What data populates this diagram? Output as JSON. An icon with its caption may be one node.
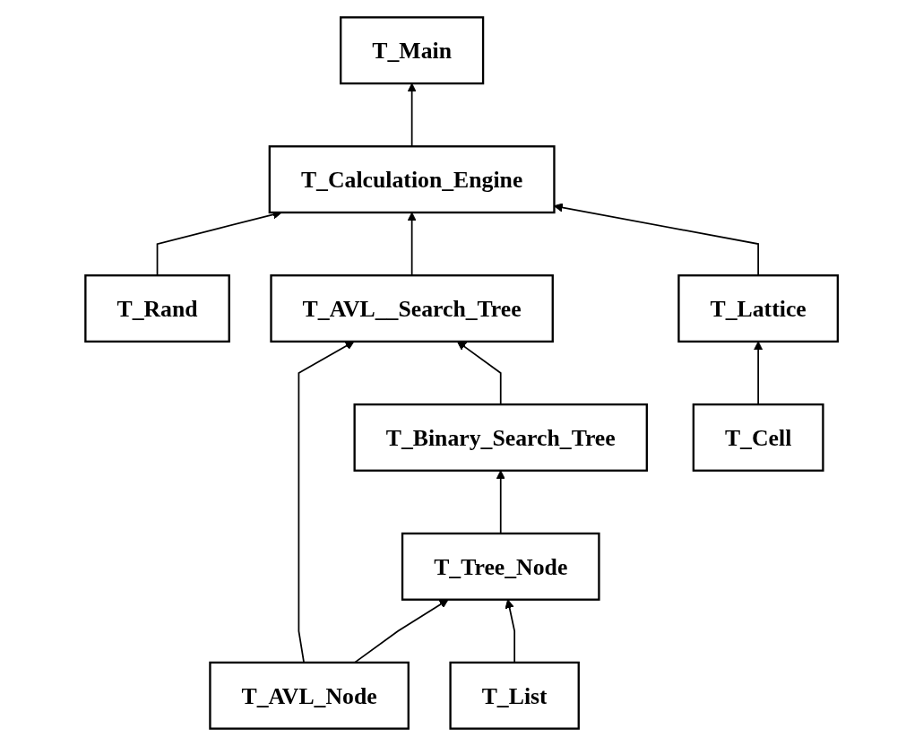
{
  "diagram": {
    "nodes": [
      {
        "text": [
          "T_Main"
        ]
      },
      {
        "text": [
          "T_Rand"
        ]
      },
      {
        "text": [
          "T_Calculation_Engine"
        ]
      },
      {
        "text": [
          "T_AVL__Search_Tree"
        ]
      },
      {
        "text": [
          "T_Lattice"
        ]
      },
      {
        "text": [
          "T_Cell"
        ]
      },
      {
        "text": [
          "T_AVL_Node"
        ]
      },
      {
        "text": [
          "T_Binary_Search_Tree"
        ]
      },
      {
        "text": [
          "T_Tree_Node"
        ]
      },
      {
        "text": [
          "T_List"
        ]
      }
    ],
    "edges": [
      {
        "from": 2,
        "to": 0,
        "arrow": "to"
      },
      {
        "from": 1,
        "to": 2,
        "arrow": "to"
      },
      {
        "from": 3,
        "to": 2,
        "arrow": "to"
      },
      {
        "from": 4,
        "to": 2,
        "arrow": "to"
      },
      {
        "from": 5,
        "to": 4,
        "arrow": "to"
      },
      {
        "from": 6,
        "to": 3,
        "arrow": "to"
      },
      {
        "from": 6,
        "to": 8,
        "arrow": "to"
      },
      {
        "from": 7,
        "to": 3,
        "arrow": "to"
      },
      {
        "from": 8,
        "to": 7,
        "arrow": "to"
      },
      {
        "from": 9,
        "to": 8,
        "arrow": "to"
      }
    ]
  }
}
